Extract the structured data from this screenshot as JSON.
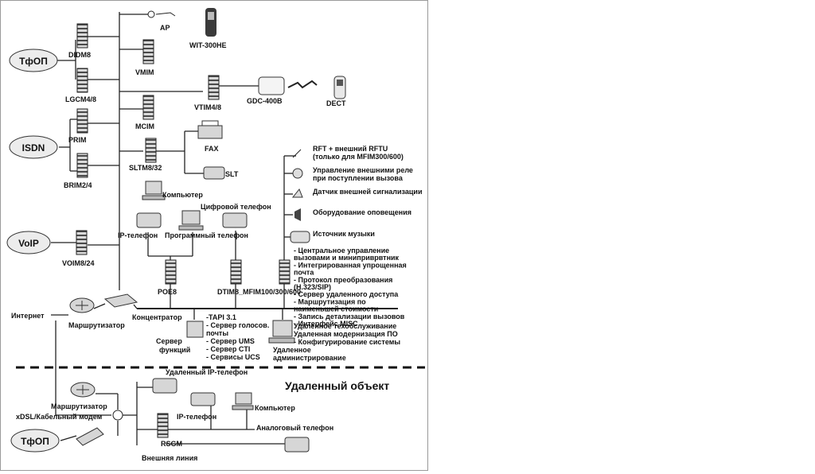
{
  "colors": {
    "line": "#222222",
    "module_dark": "#3a3a3a",
    "module_light": "#d9d9d9",
    "cloud_fill": "#ececec"
  },
  "networks": {
    "pstn": "ТфОП",
    "isdn": "ISDN",
    "voip": "VoIP",
    "internet": "Интернет",
    "pstn_remote": "ТфОП"
  },
  "modules": {
    "didm8": "DIDM8",
    "lgcm48": "LGCM4/8",
    "prim": "PRIM",
    "brim24": "BRIM2/4",
    "voim824": "VOIM8/24",
    "vmim": "VMIM",
    "mcim": "MCIM",
    "vtim48": "VTIM4/8",
    "sltm832": "SLTM8/32",
    "poe8": "POE8",
    "dtim8_mfim": "DTIM8_MFIM100/300/600",
    "rsgm": "RSGM"
  },
  "devices": {
    "ap": "AP",
    "wit300he": "WIT-300HE",
    "gdc400b": "GDC-400B",
    "dect": "DECT",
    "fax": "FAX",
    "slt": "SLT",
    "computer": "Компьютер",
    "digital_phone": "Цифровой телефон",
    "ip_phone": "IP-телефон",
    "software_phone": "Программный телефон",
    "router": "Маршрутизатор",
    "hub": "Концентратор",
    "function_server": [
      "Сервер",
      "функций"
    ],
    "remote_admin": [
      "Удаленное",
      "администрирование"
    ]
  },
  "mfim_peripherals": [
    [
      "RFT + внешний RFTU",
      "(только для MFIM300/600)"
    ],
    [
      "Управление внешними реле",
      "при поступлении вызова"
    ],
    [
      "Датчик внешней сигнализации"
    ],
    [
      "Оборудование оповещения"
    ],
    [
      "Источник музыки"
    ]
  ],
  "mfim_features": [
    "- Центральное управление",
    "  вызовами и миниприврвтник",
    "- Интегрированная упрощенная",
    "  почта",
    "- Протокол преобразования",
    "  (H.323/SIP)",
    "- Сервер удаленного доступа",
    "- Маршрутизация по",
    "  наименьшей стоимости",
    "- Запись детализации вызовов",
    "- Интерфейс MISC"
  ],
  "server_features": [
    "-TAPI 3.1",
    "- Сервер голосов.",
    "  почты",
    "- Сервер UMS",
    "- Сервер CTI",
    "- Сервисы UCS"
  ],
  "remote_services": [
    "Удаленное техобслуживание",
    "Удаленная модернизация ПО",
    "- Конфигурирование системы"
  ],
  "remote_site": {
    "title": "Удаленный объект",
    "remote_ip_phone": "Удаленный IP-телефон",
    "ip_phone": "IP-телефон",
    "computer": "Компьютер",
    "analog_phone": "Аналоговый телефон",
    "router": "Маршрутизатор",
    "modem": "xDSL/Кабельный модем",
    "external_line": "Внешняя линия"
  }
}
